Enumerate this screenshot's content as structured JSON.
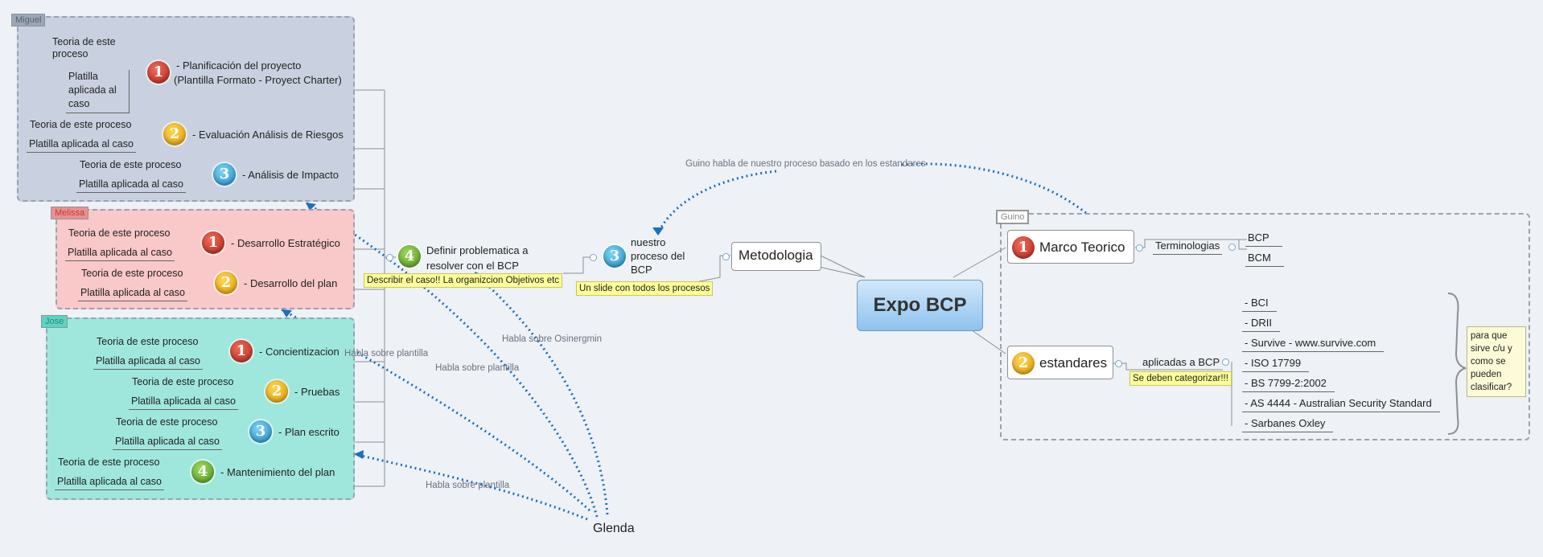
{
  "central": "Expo BCP",
  "left_branch": {
    "parent": "nuestro proceso del BCP",
    "parent_note": "Un slide con todos los procesos",
    "sub_topic": "Definir problematica a resolver con el BCP",
    "sub_note": "Describir el caso!!  La organizcion Objetivos etc"
  },
  "groups": {
    "miguel": {
      "tag": "Miguel",
      "items": [
        {
          "n": "1",
          "title_line1": "- Planificación del proyecto",
          "title_line2": "(Plantilla Formato - Proyect Charter)",
          "teoria": "Teoria de este proceso",
          "plantilla": "Platilla aplicada al caso"
        },
        {
          "n": "2",
          "title": "- Evaluación Análisis de Riesgos",
          "teoria": "Teoria de este proceso",
          "plantilla": "Platilla aplicada al caso"
        },
        {
          "n": "3",
          "title": "- Análisis de Impacto",
          "teoria": "Teoria de este proceso",
          "plantilla": "Platilla aplicada al caso"
        }
      ]
    },
    "melissa": {
      "tag": "Melissa",
      "items": [
        {
          "n": "1",
          "title": "- Desarrollo Estratégico",
          "teoria": "Teoria de este proceso",
          "plantilla": "Platilla aplicada al caso"
        },
        {
          "n": "2",
          "title": "- Desarrollo del plan",
          "teoria": "Teoria de este proceso",
          "plantilla": "Platilla aplicada al caso"
        }
      ]
    },
    "jose": {
      "tag": "Jose",
      "items": [
        {
          "n": "1",
          "title": "- Concientizacion",
          "teoria": "Teoria de este proceso",
          "plantilla": "Platilla aplicada al caso"
        },
        {
          "n": "2",
          "title": "- Pruebas",
          "teoria": "Teoria de este proceso",
          "plantilla": "Platilla aplicada al caso"
        },
        {
          "n": "3",
          "title": "- Plan escrito",
          "teoria": "Teoria de este proceso",
          "plantilla": "Platilla aplicada al caso"
        },
        {
          "n": "4",
          "title": "- Mantenimiento del plan",
          "teoria": "Teoria de este proceso",
          "plantilla": "Platilla aplicada al caso"
        }
      ]
    },
    "guino": {
      "tag": "Guino"
    }
  },
  "metodologia": "Metodologia",
  "right": {
    "marco": {
      "n": "1",
      "label": "Marco Teorico",
      "sub": "Terminologias",
      "leaves": [
        "BCP",
        "BCM"
      ]
    },
    "estandares": {
      "n": "2",
      "label": "estandares",
      "sub": "aplicadas a BCP",
      "note": "Se deben categorizar!!!",
      "leaves": [
        "- BCI",
        "- DRII",
        "- Survive - www.survive.com",
        "- ISO 17799",
        "- BS 7799-2:2002",
        "- AS 4444 - Australian Security Standard",
        "- Sarbanes Oxley"
      ],
      "callout": "para que sirve c/u y como se pueden clasificar?"
    }
  },
  "relationships": {
    "guino": "Guino habla de nuestro proceso basado en los estandares",
    "r1": "Habla sobre plantilla",
    "r2": "Habla sobre plantilla",
    "r3": "Habla sobre Osinergmin",
    "r4": "Habla sobre plantilla"
  },
  "floating": "Glenda",
  "colors": {
    "miguel_bg": "#c9d1e0",
    "melissa_bg": "#f9c8c8",
    "jose_bg": "#9fe7dd",
    "central_bg": "#a8d3f3",
    "relation": "#1a6fbf"
  }
}
